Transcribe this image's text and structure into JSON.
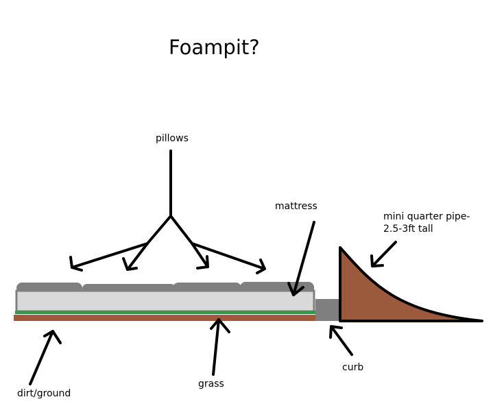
{
  "title": "Foampit?",
  "labels": {
    "pillows": "pillows",
    "mattress": "mattress",
    "quarter_pipe_line1": "mini quarter pipe-",
    "quarter_pipe_line2": "2.5-3ft tall",
    "curb": "curb",
    "grass": "grass",
    "dirt": "dirt/ground"
  },
  "colors": {
    "pillow": "#7f7f7f",
    "mattress": "#d9d9d9",
    "grass": "#2e9a47",
    "dirt": "#a0593a",
    "curb": "#7f7f7f",
    "quarter_pipe": "#9b5a3c",
    "arrow": "#000000"
  }
}
